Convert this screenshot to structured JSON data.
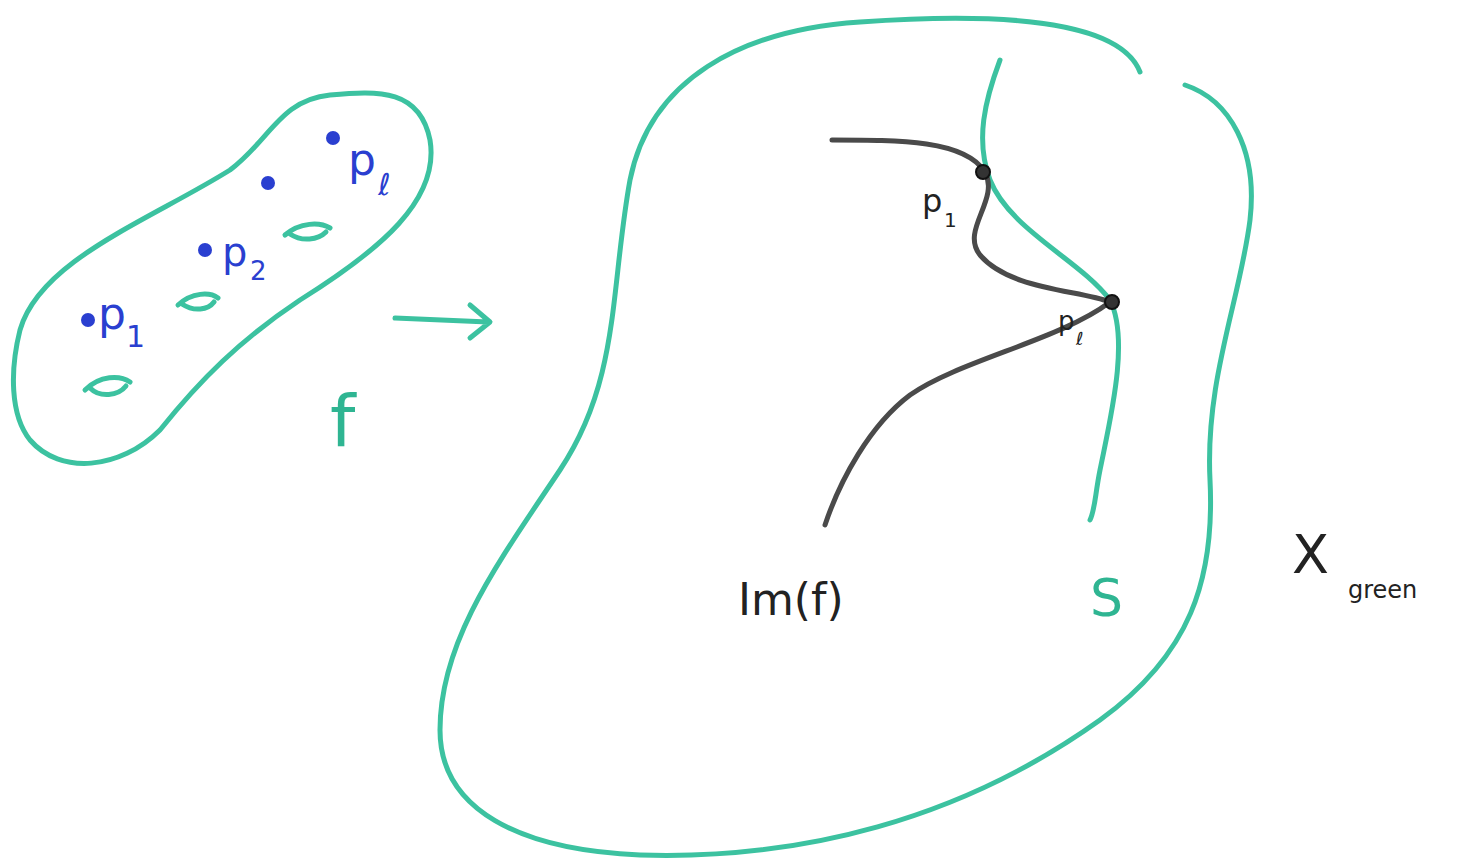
{
  "diagram": {
    "labels": [
      "p",
      "1",
      "p",
      "2",
      "p",
      "ℓ",
      "f",
      "p",
      "1",
      "p",
      "ℓ",
      "Im(f)",
      "S",
      "X",
      "green"
    ]
  }
}
